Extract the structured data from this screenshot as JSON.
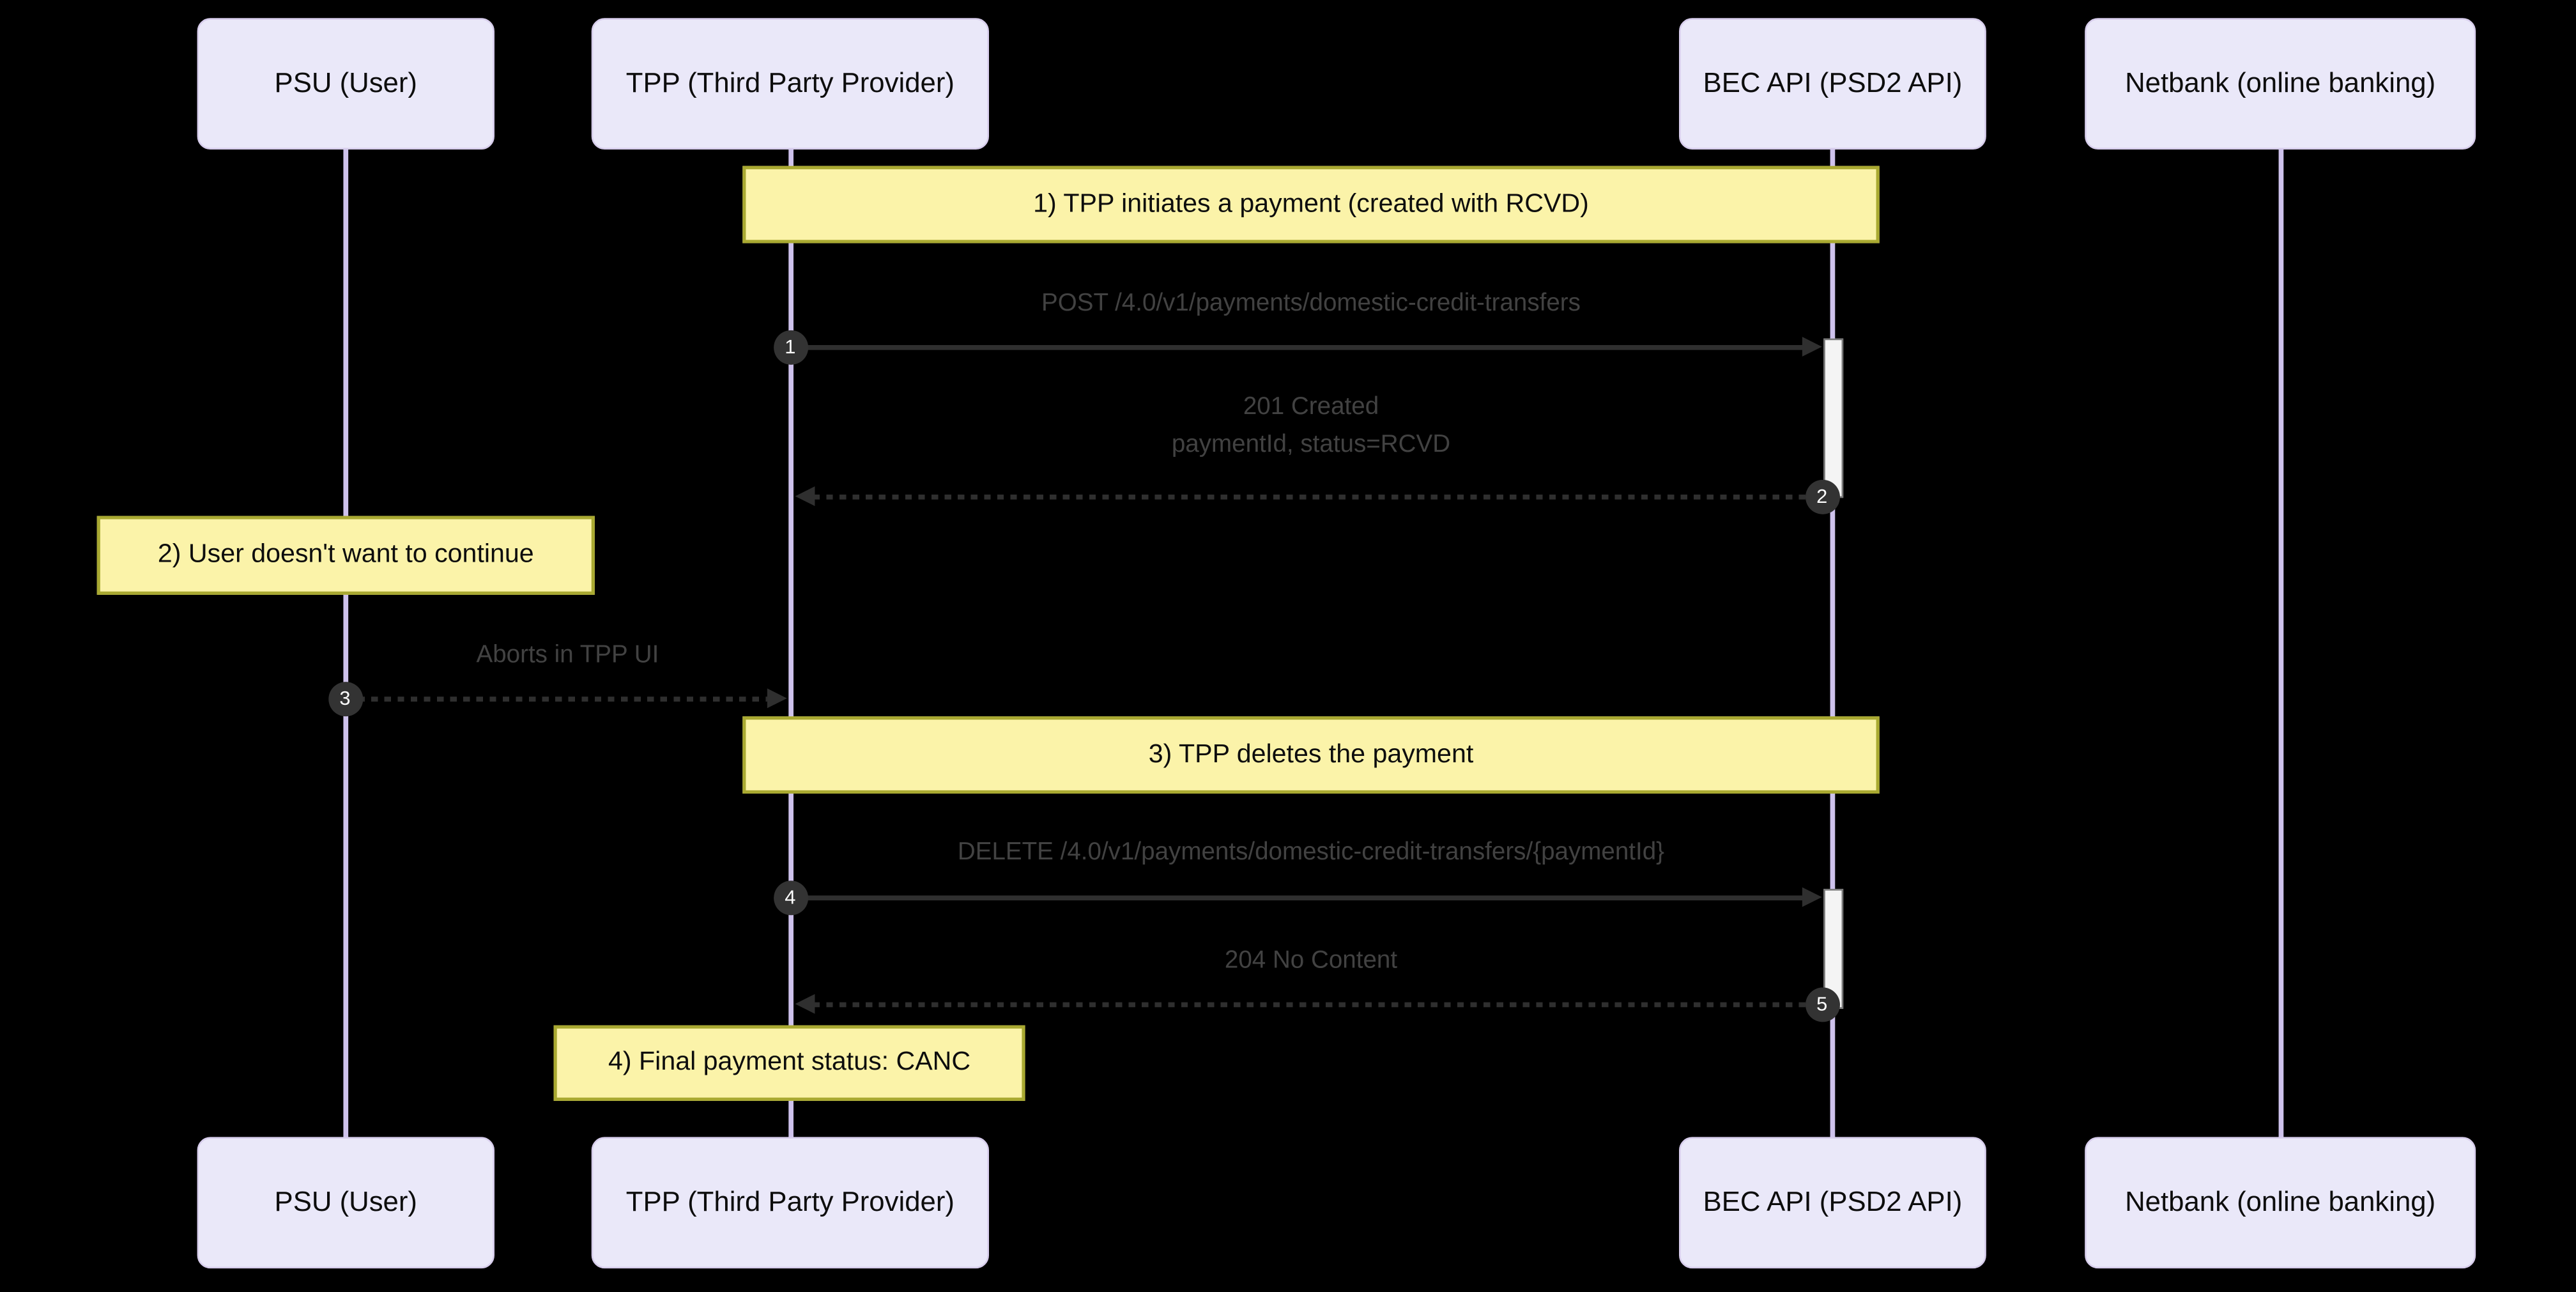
{
  "diagram": {
    "type": "sequence-diagram",
    "background": "#000000",
    "colors": {
      "actor_fill": "#EAE8F9",
      "actor_border": "#D7CDEC",
      "lifeline": "#CEC2EC",
      "note_fill": "#FBF3A9",
      "note_border": "#A9A931",
      "message_line": "#2F2F2F",
      "message_text": "#424242",
      "activation_fill": "#F4F4F4",
      "activation_border": "#777777",
      "number_circle_fill": "#333333",
      "number_circle_text": "#FFFFFF"
    },
    "actors": [
      {
        "id": "psu",
        "label": "PSU (User)"
      },
      {
        "id": "tpp",
        "label": "TPP (Third Party Provider)"
      },
      {
        "id": "bec",
        "label": "BEC API (PSD2 API)"
      },
      {
        "id": "netbank",
        "label": "Netbank (online banking)"
      }
    ],
    "notes": [
      {
        "id": "note1",
        "over": "tpp,bec",
        "text": "1) TPP initiates a payment (created with RCVD)"
      },
      {
        "id": "note2",
        "over": "psu",
        "text": "2) User doesn't want to continue"
      },
      {
        "id": "note3",
        "over": "tpp,bec",
        "text": "3) TPP deletes the payment"
      },
      {
        "id": "note4",
        "over": "tpp",
        "text": "4) Final payment status: CANC"
      }
    ],
    "messages": [
      {
        "num": "1",
        "from": "tpp",
        "to": "bec",
        "style": "solid",
        "label": "POST /4.0/v1/payments/domestic-credit-transfers"
      },
      {
        "num": "2",
        "from": "bec",
        "to": "tpp",
        "style": "dashed",
        "lines": [
          "201 Created",
          "paymentId, status=RCVD"
        ]
      },
      {
        "num": "3",
        "from": "psu",
        "to": "tpp",
        "style": "dashed",
        "label": "Aborts in TPP UI"
      },
      {
        "num": "4",
        "from": "tpp",
        "to": "bec",
        "style": "solid",
        "label": "DELETE /4.0/v1/payments/domestic-credit-transfers/{paymentId}"
      },
      {
        "num": "5",
        "from": "bec",
        "to": "tpp",
        "style": "dashed",
        "label": "204 No Content"
      }
    ]
  }
}
